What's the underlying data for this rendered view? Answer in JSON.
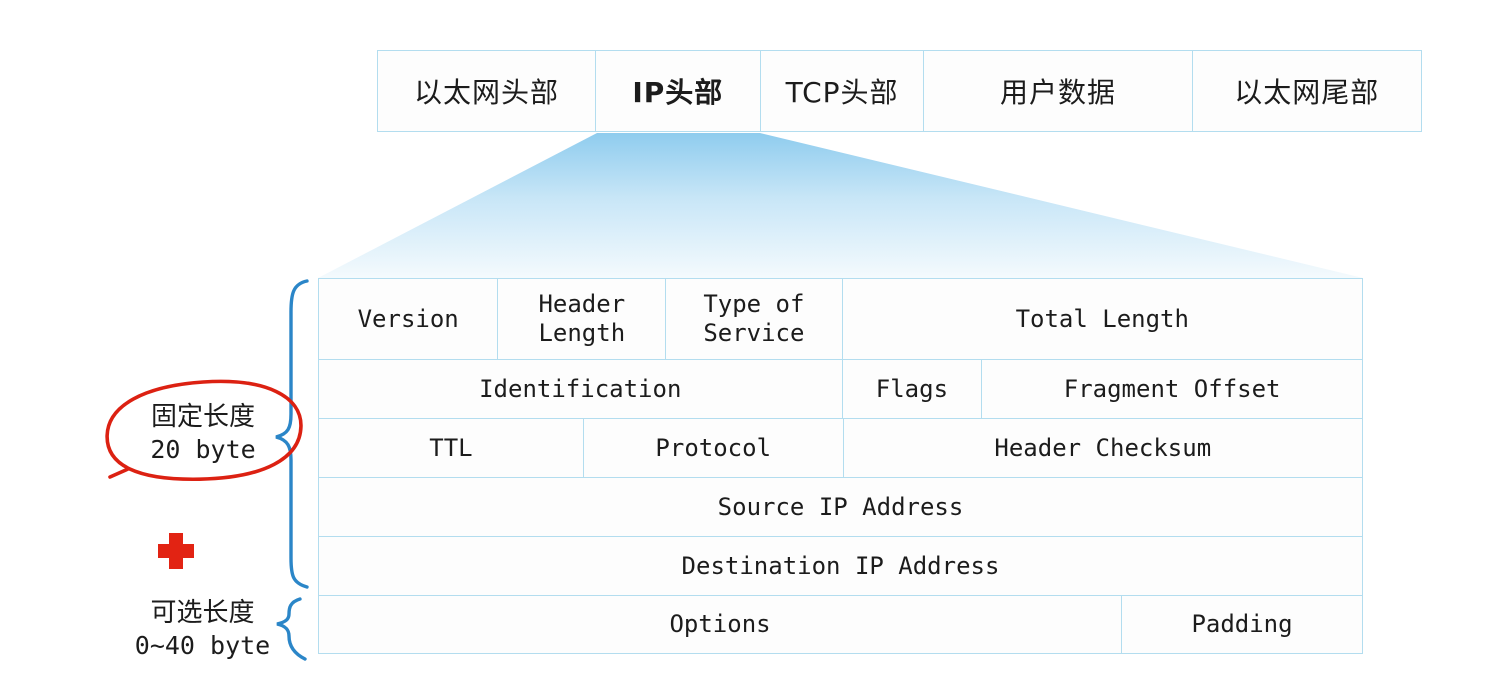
{
  "frame_table": {
    "cells": [
      {
        "label": "以太网头部"
      },
      {
        "label": "IP头部"
      },
      {
        "label": "TCP头部"
      },
      {
        "label": "用户数据"
      },
      {
        "label": "以太网尾部"
      }
    ]
  },
  "ip_table": {
    "rows": [
      {
        "cells": [
          {
            "label": "Version"
          },
          {
            "label": "Header Length"
          },
          {
            "label": "Type of Service"
          },
          {
            "label": "Total Length"
          }
        ]
      },
      {
        "cells": [
          {
            "label": "Identification"
          },
          {
            "label": "Flags"
          },
          {
            "label": "Fragment Offset"
          }
        ]
      },
      {
        "cells": [
          {
            "label": "TTL"
          },
          {
            "label": "Protocol"
          },
          {
            "label": "Header Checksum"
          }
        ]
      },
      {
        "cells": [
          {
            "label": "Source IP Address"
          }
        ]
      },
      {
        "cells": [
          {
            "label": "Destination IP Address"
          }
        ]
      },
      {
        "cells": [
          {
            "label": "Options"
          },
          {
            "label": "Padding"
          }
        ]
      }
    ]
  },
  "annotations": {
    "fixed_length": {
      "line1": "固定长度",
      "line2": "20 byte"
    },
    "optional_length": {
      "line1": "可选长度",
      "line2": "0~40 byte"
    }
  },
  "icons": {
    "red_cross": "red-cross-mark",
    "red_circle": "hand-drawn-ellipse",
    "fixed_brace": "curly-brace-left",
    "optional_brace": "curly-brace-left"
  },
  "colors": {
    "table_border": "#b3ddef",
    "brace_blue": "#2b86c8",
    "annotation_red": "#dd2112",
    "funnel_top": "#96cfef",
    "funnel_bottom": "#f2f9fd",
    "text": "#1c1c1c"
  }
}
